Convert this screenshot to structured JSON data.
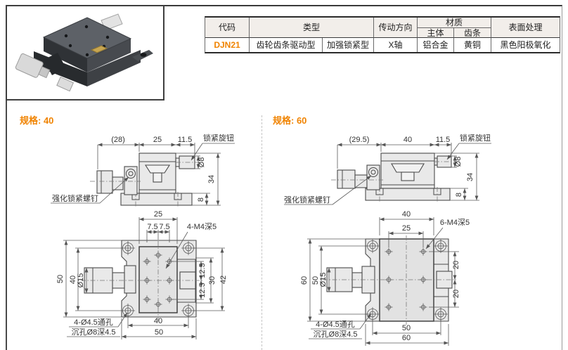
{
  "page": {
    "accent_color": "#F08300",
    "background": "#FFFFFF",
    "drawing_fill": "#E9E9E9",
    "photo_body_color": "#5D6167",
    "photo_knob_color": "#D9D9D9"
  },
  "spec_table": {
    "headers": {
      "code": "代码",
      "type": "类型",
      "drive": "传动方向",
      "material": "材质",
      "material_body": "主体",
      "material_rack": "齿条",
      "surface": "表面处理"
    },
    "row": {
      "code": "DJN21",
      "type_a": "齿轮齿条驱动型",
      "type_b": "加强锁紧型",
      "drive": "X轴",
      "material_body": "铝合金",
      "material_rack": "黄铜",
      "surface": "黑色阳极氧化"
    }
  },
  "spec40": {
    "title": "规格: 40",
    "side": {
      "overhang": "(28)",
      "body_width": "25",
      "knob_offset": "11.5",
      "knob_dia": "Ø8",
      "total_height": "34",
      "base_height": "8",
      "lock_knob_label": "锁紧旋钮",
      "lock_screw_label": "强化锁紧螺钉"
    },
    "top": {
      "table_width": "25",
      "pitch_left": "7.5",
      "pitch_right": "7.5",
      "plate_size": "50",
      "mount_span": "40",
      "knob_dia": "Ø15",
      "pitch_up": "12.5",
      "pitch_down": "12.5",
      "pocket_height": "30",
      "side_height": "42",
      "bottom_span": "40",
      "bottom_size": "50",
      "tap_label": "4-M4深5",
      "through_label": "4-Ø4.5通孔",
      "cbore_label": "沉孔Ø8深4.5"
    }
  },
  "spec60": {
    "title": "规格: 60",
    "side": {
      "overhang": "(29.5)",
      "body_width": "40",
      "knob_offset": "11.5",
      "knob_dia": "Ø8",
      "total_height": "34",
      "base_height": "8",
      "lock_knob_label": "锁紧旋钮",
      "lock_screw_label": "强化锁紧螺钉"
    },
    "top": {
      "table_width": "40",
      "pitch": "25",
      "plate_size": "60",
      "mount_span": "50",
      "knob_dia": "Ø15",
      "pitch_up": "20",
      "pitch_down": "20",
      "bottom_span": "50",
      "bottom_size": "60",
      "tap_label": "6-M4深5",
      "through_label": "4-Ø4.5通孔",
      "cbore_label": "沉孔Ø8深4.5"
    }
  }
}
